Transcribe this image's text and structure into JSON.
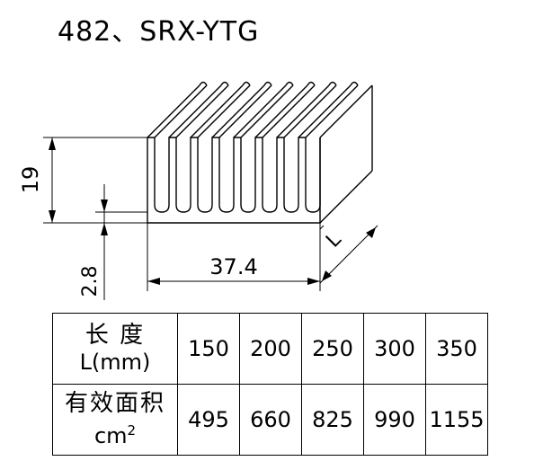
{
  "title": "482、SRX-YTG",
  "dimensions": {
    "height": "19",
    "base_thickness": "2.8",
    "width": "37.4",
    "length": "L"
  },
  "table": {
    "row1": {
      "label_cn": "长  度",
      "label_unit": "L(mm)",
      "values": [
        "150",
        "200",
        "250",
        "300",
        "350"
      ]
    },
    "row2": {
      "label_cn": "有效面积",
      "label_unit": "cm",
      "label_unit_sup": "2",
      "values": [
        "495",
        "660",
        "825",
        "990",
        "1155"
      ]
    }
  }
}
